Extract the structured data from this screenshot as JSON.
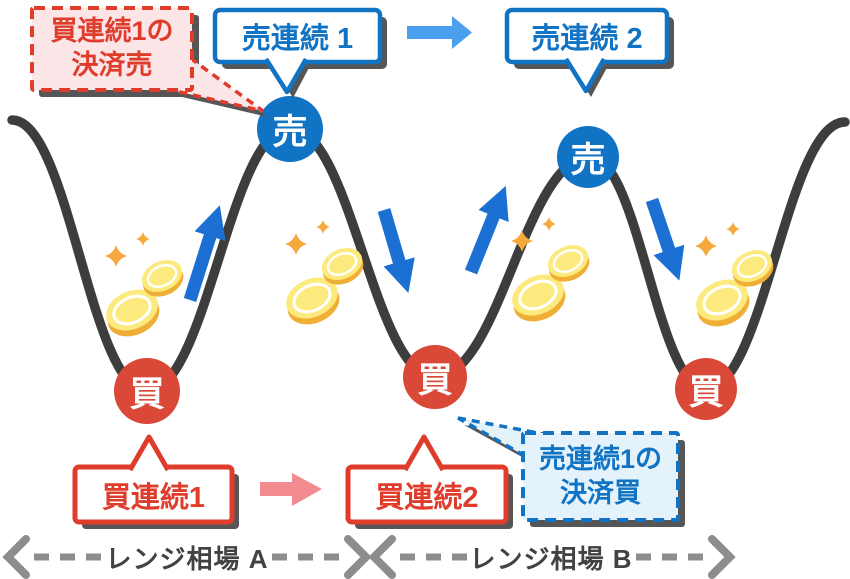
{
  "callouts": {
    "settle_sell": {
      "line1": "買連続1の",
      "line2": "決済売"
    },
    "sell_series_1": "売連続 1",
    "sell_series_2": "売連続 2",
    "buy_series_1": "買連続1",
    "buy_series_2": "買連続2",
    "settle_buy": {
      "line1": "売連続1の",
      "line2": "決済買"
    }
  },
  "markers": {
    "sell": "売",
    "buy": "買"
  },
  "ranges": {
    "range_a": "レンジ相場 A",
    "range_b": "レンジ相場 B"
  },
  "colors": {
    "blue": "#1173c4",
    "arrow_blue": "#1c6fd3",
    "light_blue_arrow": "#4aa0ec",
    "red_circle": "#da4938",
    "red_accent": "#e03c2c",
    "pink_arrow": "#f18b90",
    "pink_bg": "#fce5e6",
    "light_blue_bg": "#e4f2fc",
    "curve": "#3d3d3d",
    "shadow": "#565656",
    "range_gray": "#8d8d8d",
    "coin_gold": "#fdea7e",
    "sparkle_orange": "#f5a93c"
  }
}
